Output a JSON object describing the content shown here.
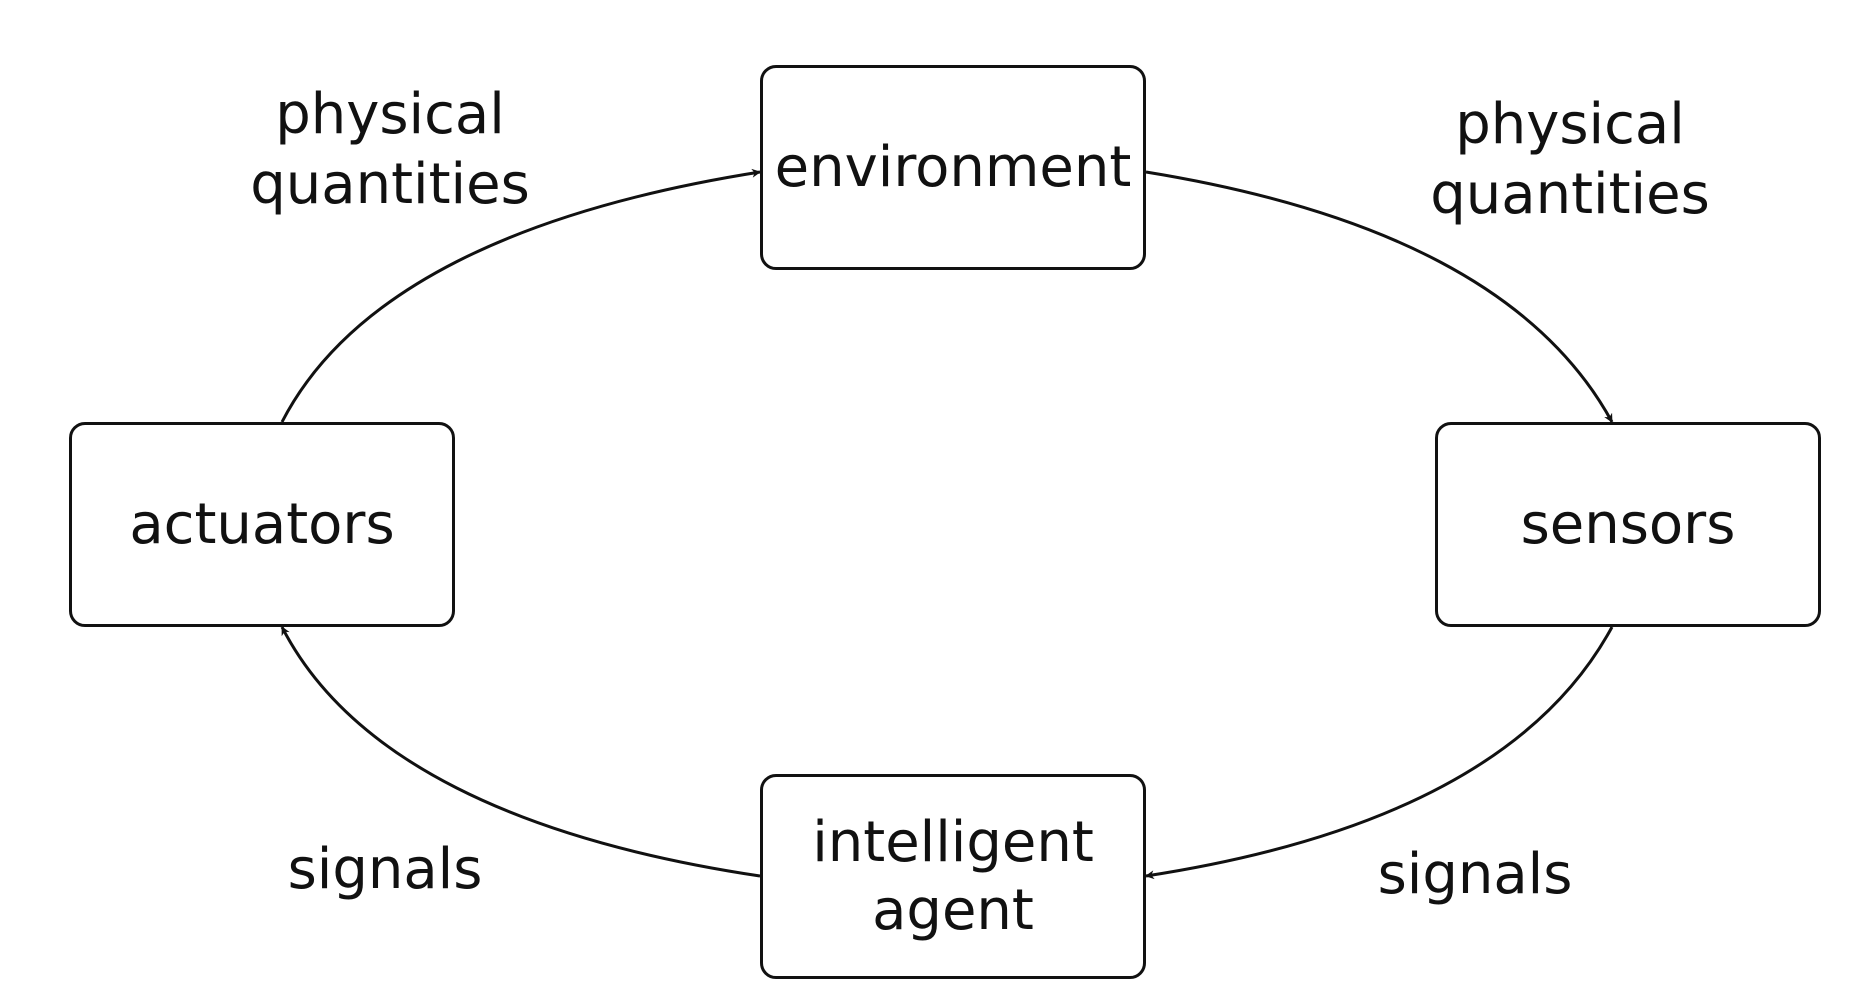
{
  "nodes": {
    "environment": "environment",
    "actuators": "actuators",
    "sensors": "sensors",
    "agent": "intelligent\nagent"
  },
  "edges": {
    "environment_to_sensors": "physical\nquantities",
    "actuators_to_environment": "physical\nquantities",
    "sensors_to_agent": "signals",
    "agent_to_actuators": "signals"
  },
  "colors": {
    "stroke": "#111111",
    "background": "#ffffff"
  }
}
